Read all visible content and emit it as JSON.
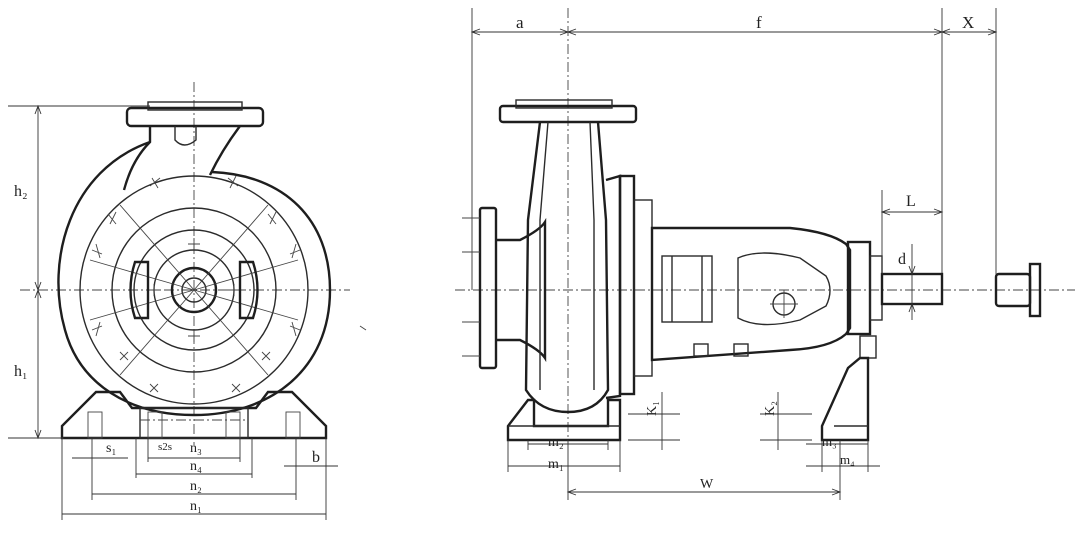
{
  "drawing": {
    "front_view": {
      "labels": {
        "h2": "h₂",
        "h1": "h₁",
        "s1": "s₁",
        "s2": "s2s",
        "n3": "n₃",
        "n4": "n₄",
        "n2": "n₂",
        "n1": "n₁",
        "b": "b"
      }
    },
    "side_view": {
      "labels": {
        "a": "a",
        "f": "f",
        "x": "X",
        "L": "L",
        "d": "d",
        "k1": "K₁",
        "k2": "K₂",
        "m2": "m₂",
        "m1": "m₁",
        "m3": "m₃",
        "m4": "m₄",
        "w": "W"
      }
    }
  }
}
